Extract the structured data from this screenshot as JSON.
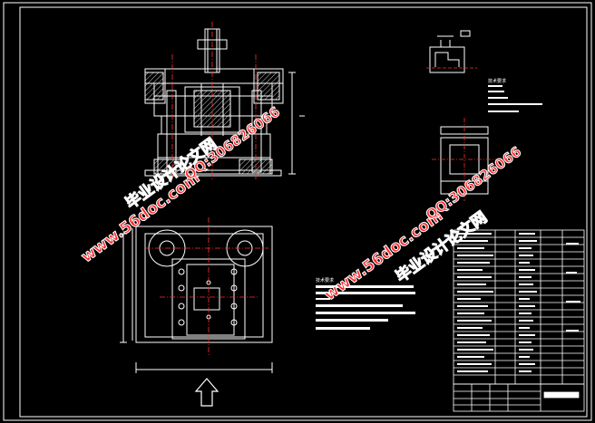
{
  "colors": {
    "background": "#000000",
    "frame": "#ffffff",
    "centerline": "#ff3030",
    "watermark": "#ff2020"
  },
  "watermarks": [
    {
      "text": "www.56doc.com"
    },
    {
      "text": "毕业设计论文网"
    },
    {
      "text": "QQ:306826066"
    },
    {
      "text": "www.56doc.com"
    },
    {
      "text": "毕业设计论文网"
    },
    {
      "text": "QQ:306826066"
    }
  ],
  "detail_title": "技术要求",
  "notes_title": "技术要求",
  "icons": [
    "direction-arrow-icon"
  ]
}
